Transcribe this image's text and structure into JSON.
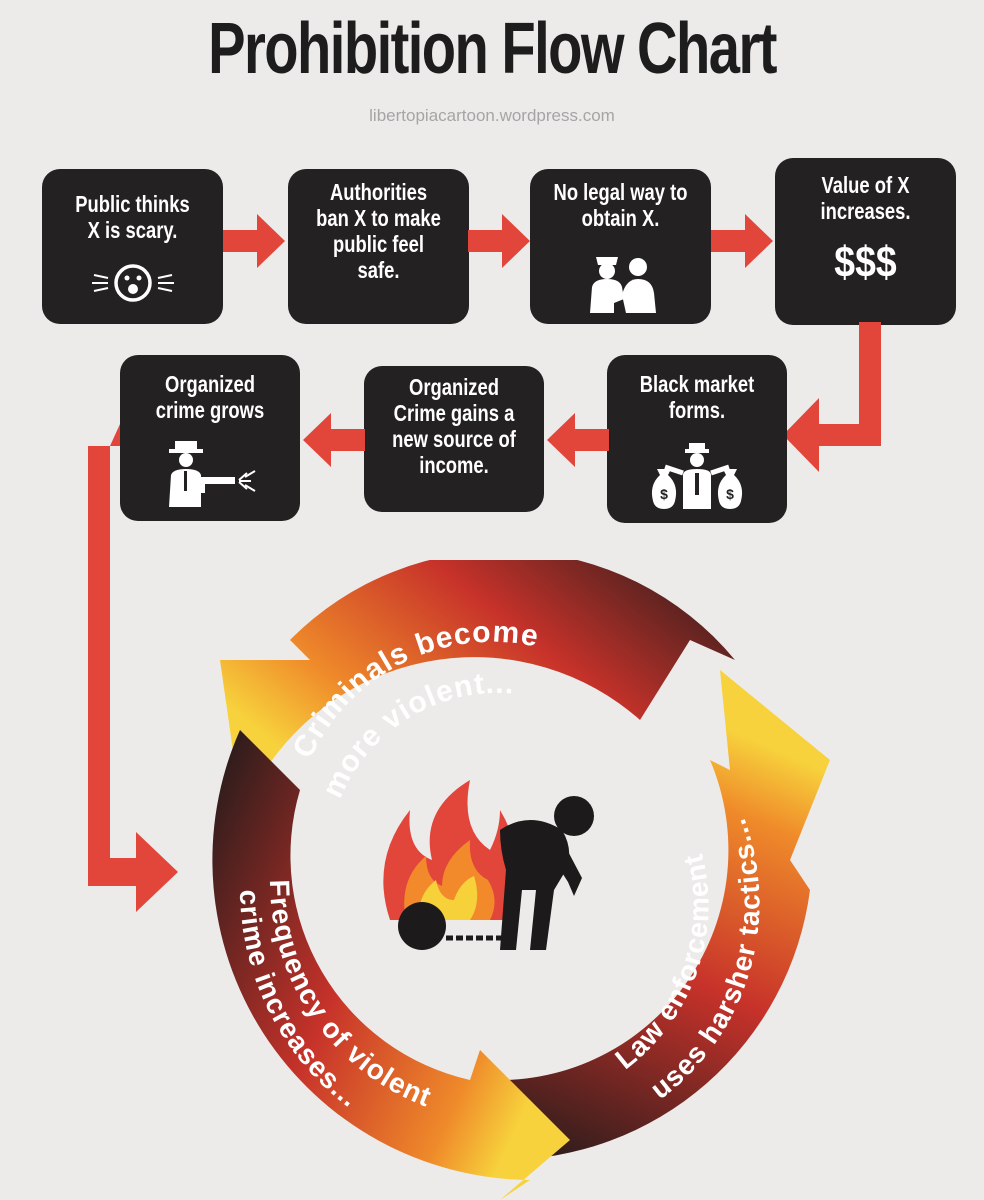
{
  "title": "Prohibition Flow Chart",
  "source": "libertopiacartoon.wordpress.com",
  "colors": {
    "accent": "#e2453a",
    "box": "#232122",
    "background": "#ecebea"
  },
  "steps": [
    {
      "label": "Public thinks\nX is scary.",
      "icon": "scared-face-icon"
    },
    {
      "label": "Authorities\nban X to make\npublic feel\nsafe.",
      "icon": ""
    },
    {
      "label": "No legal way to\nobtain X.",
      "icon": "police-arrest-icon"
    },
    {
      "label": "Value of X\nincreases.",
      "icon": "money-icon",
      "symbol": "$$$"
    },
    {
      "label": "Black market\nforms.",
      "icon": "money-bags-man-icon"
    },
    {
      "label": "Organized\nCrime gains a\nnew source of\nincome.",
      "icon": ""
    },
    {
      "label": "Organized\ncrime grows",
      "icon": "gangster-gun-icon"
    }
  ],
  "cycle": {
    "top": "Criminals become more violent...",
    "top_line1": "Criminals become",
    "top_line2": "more violent...",
    "right_line1": "Law enforcement",
    "right_line2": "uses harsher tactics...",
    "left_line1": "Frequency of violent",
    "left_line2": "crime increases...",
    "center_icon": "prisoner-ball-chain-fire-icon"
  }
}
